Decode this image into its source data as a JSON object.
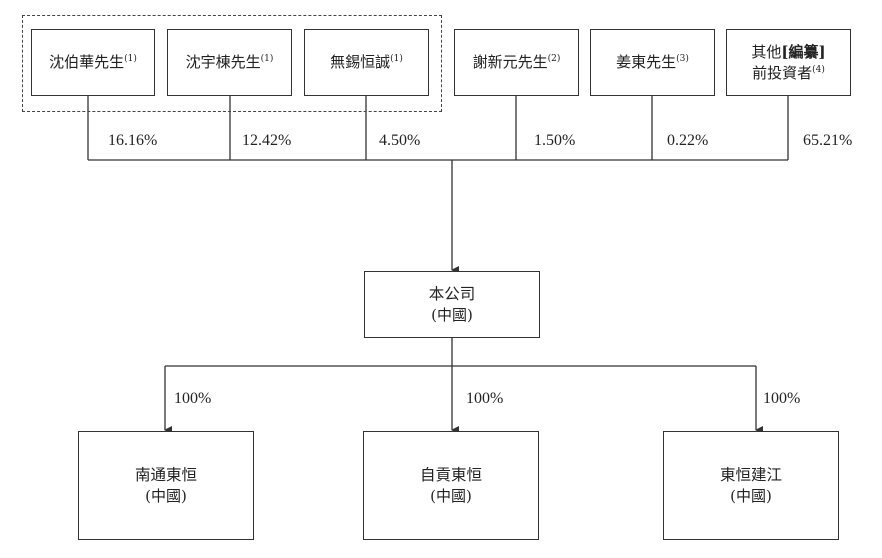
{
  "shareholders": [
    {
      "name": "沈伯華先生",
      "note": "(1)",
      "pct": "16.16%"
    },
    {
      "name": "沈宇棟先生",
      "note": "(1)",
      "pct": "12.42%"
    },
    {
      "name": "無錫恒誠",
      "note": "(1)",
      "pct": "4.50%"
    },
    {
      "name": "謝新元先生",
      "note": "(2)",
      "pct": "1.50%"
    },
    {
      "name": "姜東先生",
      "note": "(3)",
      "pct": "0.22%"
    },
    {
      "name_line1_a": "其他",
      "name_line1_b": "[編纂]",
      "name_line2": "前投資者",
      "note": "(4)",
      "pct": "65.21%"
    }
  ],
  "company": {
    "name": "本公司",
    "location": "(中國)"
  },
  "subsidiaries": [
    {
      "name": "南通東恒",
      "location": "(中國)",
      "pct": "100%"
    },
    {
      "name": "自貢東恒",
      "location": "(中國)",
      "pct": "100%"
    },
    {
      "name": "東恒建江",
      "location": "(中國)",
      "pct": "100%"
    }
  ]
}
